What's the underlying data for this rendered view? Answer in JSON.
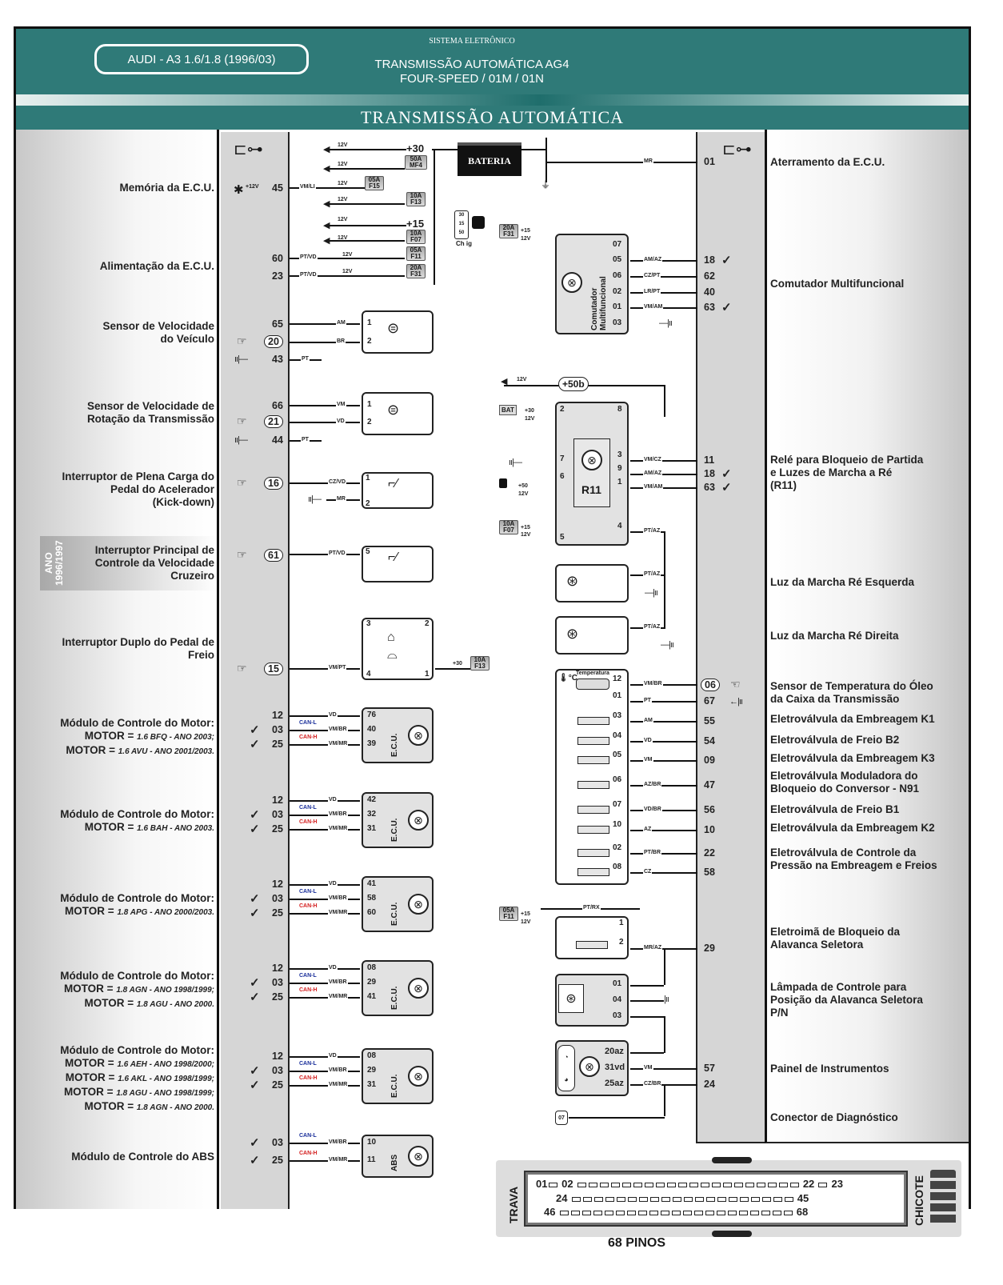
{
  "header": {
    "model": "AUDI - A3 1.6/1.8 (1996/03)",
    "system_label": "SISTEMA ELETRÔNICO",
    "system_title_line1": "TRANSMISSÃO AUTOMÁTICA AG4",
    "system_title_line2": "FOUR-SPEED / 01M / 01N",
    "main_title": "TRANSMISSÃO AUTOMÁTICA"
  },
  "left_labels": [
    {
      "text": "Memória da E.C.U."
    },
    {
      "text": "Alimentação da E.C.U."
    },
    {
      "line1": "Sensor de Velocidade",
      "line2": "do Veículo"
    },
    {
      "line1": "Sensor de Velocidade de",
      "line2": "Rotação da Transmissão"
    },
    {
      "line1": "Interruptor de Plena Carga do",
      "line2": "Pedal do Acelerador",
      "line3": "(Kick-down)"
    },
    {
      "line1": "Interruptor Principal de",
      "line2": "Controle da Velocidade",
      "line3": "Cruzeiro"
    },
    {
      "line1": "Interruptor Duplo do Pedal de",
      "line2": "Freio"
    },
    {
      "title": "Módulo de Controle do Motor:",
      "motors": [
        {
          "prefix": "MOTOR =",
          "spec": "1.6 BFQ - ANO 2003;"
        },
        {
          "prefix": "MOTOR =",
          "spec": "1.6 AVU - ANO 2001/2003."
        }
      ]
    },
    {
      "title": "Módulo de Controle do Motor:",
      "motors": [
        {
          "prefix": "MOTOR =",
          "spec": "1.6 BAH - ANO 2003."
        }
      ]
    },
    {
      "title": "Módulo de Controle do Motor:",
      "motors": [
        {
          "prefix": "MOTOR =",
          "spec": "1.8 APG - ANO 2000/2003."
        }
      ]
    },
    {
      "title": "Módulo de Controle do Motor:",
      "motors": [
        {
          "prefix": "MOTOR =",
          "spec": "1.8 AGN - ANO 1998/1999;"
        },
        {
          "prefix": "MOTOR =",
          "spec": "1.8 AGU - ANO 2000."
        }
      ]
    },
    {
      "title": "Módulo de Controle do Motor:",
      "motors": [
        {
          "prefix": "MOTOR =",
          "spec": "1.6 AEH - ANO 1998/2000;"
        },
        {
          "prefix": "MOTOR =",
          "spec": "1.6 AKL - ANO 1998/1999;"
        },
        {
          "prefix": "MOTOR =",
          "spec": "1.8 AGU - ANO 1998/1999;"
        },
        {
          "prefix": "MOTOR =",
          "spec": "1.8 AGN - ANO 2000."
        }
      ]
    },
    {
      "text": "Módulo de Controle do ABS"
    }
  ],
  "ano_badge": {
    "line1": "ANO",
    "line2": "1996/1997"
  },
  "right_labels": [
    {
      "text": "Aterramento da E.C.U."
    },
    {
      "text": "Comutador Multifuncional"
    },
    {
      "line1": "Relé para Bloqueio de Partida",
      "line2": "e Luzes de Marcha a Ré",
      "line3": "(R11)"
    },
    {
      "text": "Luz da Marcha Ré Esquerda"
    },
    {
      "text": "Luz da Marcha Ré Direita"
    },
    {
      "line1": "Sensor de Temperatura do Óleo",
      "line2": "da Caixa da Transmissão"
    },
    {
      "text": "Eletroválvula da Embreagem K1"
    },
    {
      "text": "Eletroválvula de Freio B2"
    },
    {
      "text": "Eletroválvula da Embreagem K3"
    },
    {
      "line1": "Eletroválvula Moduladora do",
      "line2": "Bloqueio do Conversor - N91"
    },
    {
      "text": "Eletroválvula de Freio B1"
    },
    {
      "text": "Eletroválvula da Embreagem K2"
    },
    {
      "line1": "Eletroválvula de Controle da",
      "line2": "Pressão na Embreagem e Freios"
    },
    {
      "line1": "Eletroimã de Bloqueio da",
      "line2": "Alavanca Seletora"
    },
    {
      "line1": "Lâmpada de Controle para",
      "line2": "Posição da Alavanca Seletora",
      "line3": "P/N"
    },
    {
      "text": "Painel de Instrumentos"
    },
    {
      "text": "Conector de Diagnóstico"
    }
  ],
  "power": {
    "battery_label": "BATERIA",
    "terminal_30": "+30",
    "terminal_15": "+15",
    "voltage": "12V",
    "memory_note": "+12V",
    "ignition_switch": "Ch ig",
    "ignition_pins": [
      "30",
      "15",
      "50"
    ],
    "fuses": [
      {
        "amp": "50A",
        "id": "MF4"
      },
      {
        "amp": "05A",
        "id": "F15"
      },
      {
        "amp": "10A",
        "id": "F13"
      },
      {
        "amp": "10A",
        "id": "F07"
      },
      {
        "amp": "05A",
        "id": "F11"
      },
      {
        "amp": "20A",
        "id": "F31"
      }
    ]
  },
  "left_pins": [
    {
      "pin": "45",
      "wire": "VM/LI"
    },
    {
      "pin": "60",
      "wire": "PT/VD"
    },
    {
      "pin": "23",
      "wire": "PT/VD"
    },
    {
      "pin": "65",
      "wire": "AM"
    },
    {
      "pin": "20",
      "wire": "BR"
    },
    {
      "pin": "43",
      "wire": "PT"
    },
    {
      "pin": "66",
      "wire": "VM"
    },
    {
      "pin": "21",
      "wire": "VD"
    },
    {
      "pin": "44",
      "wire": "PT"
    },
    {
      "pin": "16",
      "wire": "CZ/VD"
    },
    {
      "pin": "61",
      "wire": "PT/VD"
    },
    {
      "pin": "15",
      "wire": "VM/PT"
    }
  ],
  "kickdown_ground_wire": "MR",
  "brake_switch": {
    "pins": [
      "3",
      "2",
      "4",
      "1"
    ],
    "feed": "+30",
    "fuse": {
      "amp": "10A",
      "id": "F13"
    }
  },
  "cruise_pin": "5",
  "sensor_pins": [
    "1",
    "2"
  ],
  "ecu_modules": [
    {
      "pins": [
        [
          "12",
          "VD",
          "76"
        ],
        [
          "03",
          "VM/BR",
          "40"
        ],
        [
          "25",
          "VM/MR",
          "39"
        ]
      ],
      "label": "E.C.U."
    },
    {
      "pins": [
        [
          "12",
          "VD",
          "42"
        ],
        [
          "03",
          "VM/BR",
          "32"
        ],
        [
          "25",
          "VM/MR",
          "31"
        ]
      ],
      "label": "E.C.U."
    },
    {
      "pins": [
        [
          "12",
          "VD",
          "41"
        ],
        [
          "03",
          "VM/BR",
          "58"
        ],
        [
          "25",
          "VM/MR",
          "60"
        ]
      ],
      "label": "E.C.U."
    },
    {
      "pins": [
        [
          "12",
          "VD",
          "08"
        ],
        [
          "03",
          "VM/BR",
          "29"
        ],
        [
          "25",
          "VM/MR",
          "41"
        ]
      ],
      "label": "E.C.U."
    },
    {
      "pins": [
        [
          "12",
          "VD",
          "08"
        ],
        [
          "03",
          "VM/BR",
          "29"
        ],
        [
          "25",
          "VM/MR",
          "31"
        ]
      ],
      "label": "E.C.U."
    },
    {
      "pins": [
        [
          "03",
          "VM/BR",
          "10"
        ],
        [
          "25",
          "VM/MR",
          "11"
        ]
      ],
      "label": "ABS"
    }
  ],
  "can": {
    "low": "CAN-L",
    "high": "CAN-H",
    "low_color": "#1a2f9a",
    "high_color": "#d42020"
  },
  "right_pins": {
    "ground": {
      "pin": "01",
      "wire": "MR"
    },
    "multifunction": {
      "label": "Comutador Multifuncional",
      "pins": [
        [
          "07",
          "",
          ""
        ],
        [
          "05",
          "AM/AZ",
          "18"
        ],
        [
          "06",
          "CZ/PT",
          "62"
        ],
        [
          "02",
          "LR/PT",
          "40"
        ],
        [
          "01",
          "VM/AM",
          "63"
        ],
        [
          "03",
          "",
          ""
        ]
      ],
      "fuse": {
        "amp": "20A",
        "id": "F31"
      },
      "feed": "+15"
    },
    "relay": {
      "label": "R11",
      "terminal": "+50b",
      "pins": [
        [
          "3",
          "VM/CZ",
          "11"
        ],
        [
          "9",
          "AM/AZ",
          "18"
        ],
        [
          "1",
          "VM/AM",
          "63"
        ],
        [
          "4",
          "PT/AZ",
          ""
        ]
      ],
      "other_pins": [
        "2",
        "8",
        "7",
        "6",
        "5"
      ],
      "bat": "BAT",
      "feed_30": "+30",
      "feed_50": "+50",
      "feed_15": "+15",
      "fuse": {
        "amp": "10A",
        "id": "F07"
      }
    },
    "reverse_wire": "PT/AZ",
    "solenoid_block": {
      "temp_label": "Temperatura",
      "temp_unit": "°C",
      "rows": [
        [
          "12",
          "VM/BR",
          "06"
        ],
        [
          "01",
          "PT",
          "67"
        ],
        [
          "03",
          "AM",
          "55"
        ],
        [
          "04",
          "VD",
          "54"
        ],
        [
          "05",
          "VM",
          "09"
        ],
        [
          "06",
          "AZ/BR",
          "47"
        ],
        [
          "07",
          "VD/BR",
          "56"
        ],
        [
          "10",
          "AZ",
          "10"
        ],
        [
          "02",
          "PT/BR",
          "22"
        ],
        [
          "08",
          "CZ",
          "58"
        ]
      ]
    },
    "lock_solenoid": {
      "pins": [
        "1",
        "2"
      ],
      "wire_top": "PT/RX",
      "wire": "MR/AZ",
      "ecu_pin": "29",
      "fuse": {
        "amp": "05A",
        "id": "F11"
      },
      "feed": "+15"
    },
    "lamp_pins": [
      "01",
      "04",
      "03"
    ],
    "panel": {
      "pins": [
        [
          "20az",
          "",
          ""
        ],
        [
          "31vd",
          "VM",
          "57"
        ],
        [
          "25az",
          "CZ/BR",
          "24"
        ]
      ]
    },
    "diag_pin": "07"
  },
  "checks": [
    "18",
    "63"
  ],
  "connector": {
    "title": "68 PINOS",
    "lock_label": "TRAVA",
    "harness_label": "CHICOTE",
    "row1_start": "01",
    "row1_mid": "02",
    "row1_end": "22",
    "row1_last": "23",
    "row2_start": "24",
    "row2_end": "45",
    "row3_start": "46",
    "row3_end": "68"
  }
}
